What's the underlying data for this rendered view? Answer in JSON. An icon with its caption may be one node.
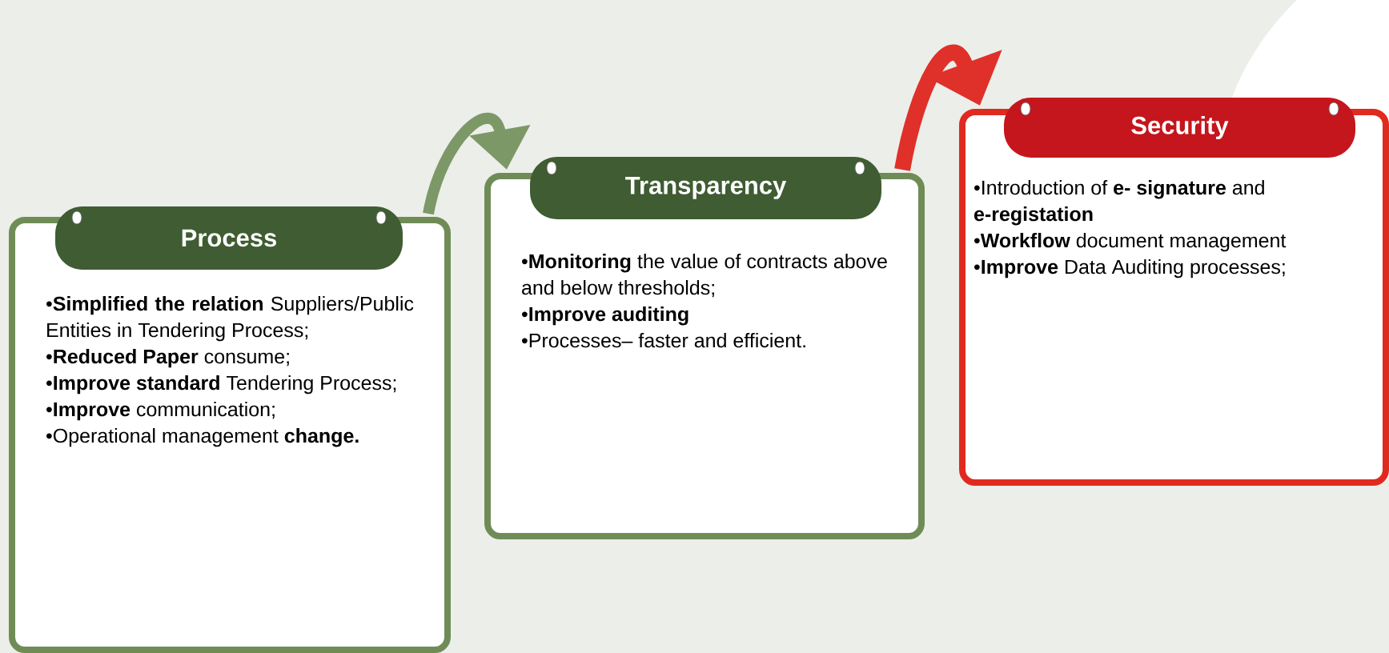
{
  "diagram": {
    "nodes": [
      {
        "text": [
          "Process",
          "•**Simplified the relation** Suppliers/Public Entities in Tendering Process;",
          "•**Reduced Paper** consume;",
          "•**Improve standard** Tendering Process;",
          "•**Improve** communication;",
          "•Operational management **change.**"
        ]
      },
      {
        "text": [
          "Transparency",
          "•**Monitoring** the value of contracts above and below thresholds;",
          "•**Improve auditing**",
          "•Processes– faster and efficient."
        ]
      },
      {
        "text": [
          "Security",
          "•Introduction of **e- signature** and **e-registation**",
          "•**Workflow** document management",
          "•**Improve** Data Auditing processes;"
        ]
      }
    ],
    "edges": [
      {
        "from": 0,
        "to": 1,
        "arrow": "to",
        "color": "#7d9867"
      },
      {
        "from": 1,
        "to": 2,
        "arrow": "to",
        "color": "#e0302a"
      }
    ]
  }
}
